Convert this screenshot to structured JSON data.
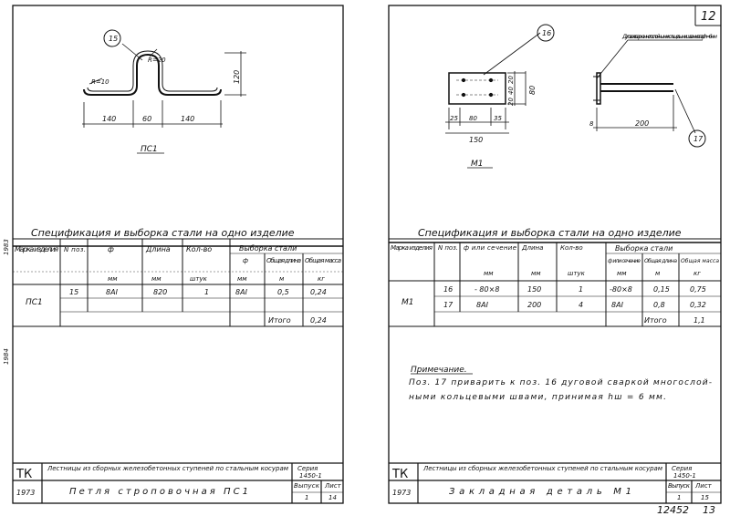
{
  "sheet_number": "12",
  "bottom_numbers": {
    "archive": "12452",
    "sheet": "13"
  },
  "left": {
    "drawing": {
      "callout": "15",
      "radius_small": "R=10",
      "radius_top": "R=20",
      "dim_left": "140",
      "dim_mid": "60",
      "dim_right": "140",
      "dim_height": "120",
      "label": "ПС1"
    },
    "spec_title": "Спецификация и выборка стали на одно изделие",
    "headers": {
      "mark": "Марка изделия",
      "pos": "N поз.",
      "phi": "ф",
      "length": "Длина",
      "qty": "Кол-во",
      "unit_mm": "мм",
      "unit_mm2": "мм",
      "unit_pcs": "штук",
      "selection": "Выборка стали",
      "sel_phi": "ф",
      "sel_len": "Общая длина",
      "sel_mass": "Общая масса",
      "sel_unit_mm": "мм",
      "sel_unit_m": "м",
      "sel_unit_kg": "кг"
    },
    "row": {
      "mark": "ПС1",
      "pos": "15",
      "phi": "8AI",
      "length": "820",
      "qty": "1",
      "sel_phi": "8AI",
      "sel_len": "0,5",
      "sel_mass": "0,24"
    },
    "total_label": "Итого",
    "total_value": "0,24",
    "side_notes": [
      "1983",
      "1984"
    ],
    "title_block": {
      "tk": "ТК",
      "desc": "Лестницы из сборных железобетонных ступеней по стальным косурам",
      "series_label": "Серия",
      "series": "1450-1",
      "year": "1973",
      "name": "Петля строповочная ПС1",
      "issue_label": "Выпуск",
      "issue": "1",
      "sheet_label": "Лист",
      "sheet": "14"
    }
  },
  "right": {
    "drawing": {
      "callout_top": "16",
      "callout_bottom": "17",
      "note": "Дуговая сварка многослойными кольцевыми швами в тавр h=6мм",
      "dim_a": "25",
      "dim_b": "80",
      "dim_c": "35",
      "dim_total": "150",
      "dim_h1": "20",
      "dim_h2": "40",
      "dim_h3": "20",
      "dim_h": "80",
      "dim_rod": "200",
      "dim_s": "8",
      "label": "М1"
    },
    "spec_title": "Спецификация и выборка стали на одно изделие",
    "headers": {
      "mark": "Марка изделия",
      "pos": "N поз.",
      "phi": "ф или сечение",
      "length": "Длина",
      "qty": "Кол-во",
      "unit_mm": "мм",
      "unit_mm2": "мм",
      "unit_pcs": "штук",
      "selection": "Выборка стали",
      "sel_phi": "ф или сечение",
      "sel_len": "Общая длина",
      "sel_mass": "Общая масса",
      "sel_unit_mm": "мм",
      "sel_unit_m": "м",
      "sel_unit_kg": "кг"
    },
    "mark": "М1",
    "rows": [
      {
        "pos": "16",
        "phi": "- 80×8",
        "length": "150",
        "qty": "1",
        "sel_phi": "-80×8",
        "sel_len": "0,15",
        "sel_mass": "0,75"
      },
      {
        "pos": "17",
        "phi": "8AI",
        "length": "200",
        "qty": "4",
        "sel_phi": "8AI",
        "sel_len": "0,8",
        "sel_mass": "0,32"
      }
    ],
    "total_label": "Итого",
    "total_value": "1,1",
    "note_title": "Примечание.",
    "note_line1": "Поз. 17 приварить к поз. 16 дуговой сваркой многослой-",
    "note_line2": "ными кольцевыми швами, принимая hш = 6 мм.",
    "title_block": {
      "tk": "ТК",
      "desc": "Лестницы из сборных железобетонных ступеней по стальным косурам",
      "series_label": "Серия",
      "series": "1450-1",
      "year": "1973",
      "name": "Закладная деталь М1",
      "issue_label": "Выпуск",
      "issue": "1",
      "sheet_label": "Лист",
      "sheet": "15"
    }
  }
}
